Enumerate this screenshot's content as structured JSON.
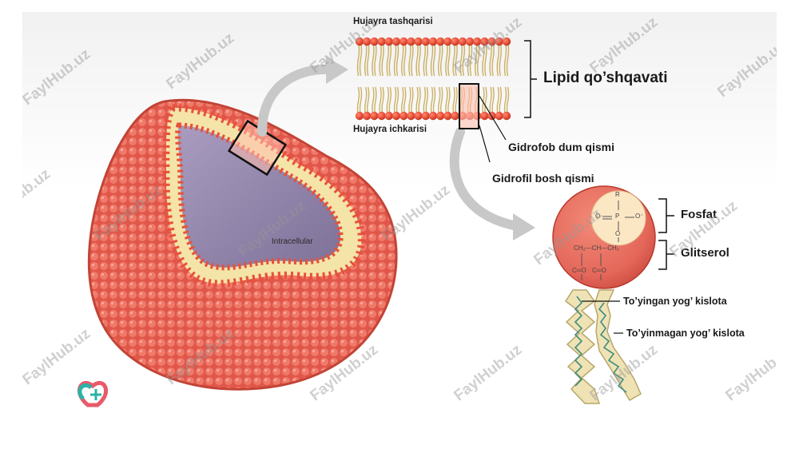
{
  "diagram": {
    "cell_inner_label": "Intracellular",
    "bilayer_top_label": "Hujayra tashqarisi",
    "bilayer_bottom_label": "Hujayra ichkarisi",
    "bilayer_label": "Lipid qo’shqavati",
    "tail_label": "Gidrofob dum qismi",
    "head_label": "Gidrofil bosh qismi",
    "phosphate_label": "Fosfat",
    "glycerol_label": "Glitserol",
    "saturated_label": "To’yingan yog’ kislota",
    "unsaturated_label": "To’yinmagan yog’ kislota",
    "chem": {
      "r": "R",
      "o_dbl": "O",
      "p": "P",
      "o_neg": "O⁻",
      "o": "O",
      "glycerol": "CH₂—CH—CH₂",
      "ester_left": "C═O",
      "ester_right": "C═O"
    }
  },
  "watermark": "FaylHub.uz",
  "colors": {
    "head": "#e8503a",
    "tail": "#d8c27a",
    "cytoplasm": "#8d7fa6",
    "arrow": "#bcbcbc"
  }
}
